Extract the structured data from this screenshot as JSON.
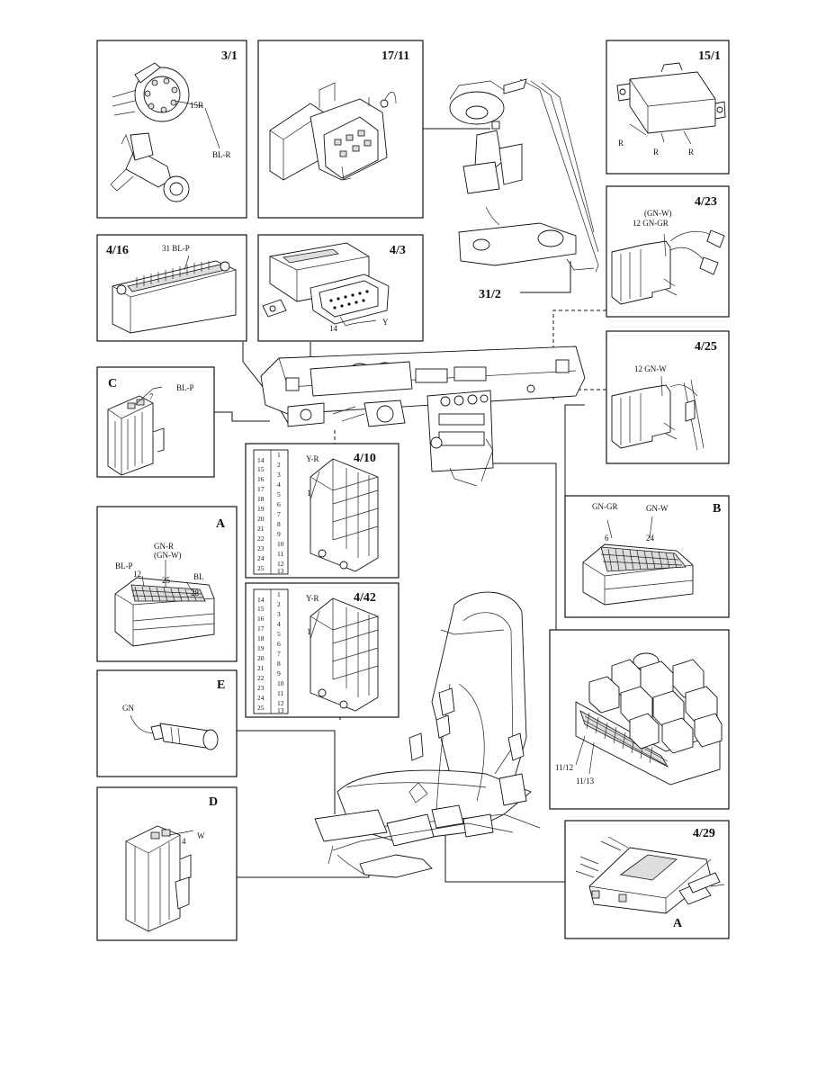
{
  "panels": {
    "p3_1": {
      "label": "3/1",
      "wires": [
        "15R",
        "BL-R"
      ]
    },
    "p17_11": {
      "label": "17/11"
    },
    "p15_1": {
      "label": "15/1",
      "wires": [
        "R",
        "R",
        "R"
      ]
    },
    "p4_16": {
      "label": "4/16",
      "wires": [
        "31 BL-P"
      ]
    },
    "p4_3": {
      "label": "4/3",
      "wires": [
        "14",
        "Y"
      ]
    },
    "p4_23": {
      "label": "4/23",
      "wires": [
        "(GN-W)",
        "12 GN-GR"
      ]
    },
    "p4_25": {
      "label": "4/25",
      "wires": [
        "12 GN-W"
      ]
    },
    "pC": {
      "label": "C",
      "wires": [
        "BL-P",
        "7"
      ]
    },
    "p4_10": {
      "label": "4/10",
      "wires": [
        "Y-R",
        "1"
      ]
    },
    "p4_42": {
      "label": "4/42",
      "wires": [
        "Y-R",
        "1"
      ]
    },
    "pA": {
      "label": "A",
      "wires": [
        "GN-R",
        "(GN-W)",
        "BL-P",
        "12",
        "25",
        "BL",
        "28"
      ]
    },
    "pB": {
      "label": "B",
      "wires": [
        "GN-GR",
        "GN-W",
        "6",
        "24"
      ]
    },
    "pE": {
      "label": "E",
      "wires": [
        "GN"
      ]
    },
    "pD": {
      "label": "D",
      "wires": [
        "4",
        "W"
      ]
    },
    "p4_29": {
      "label": "4/29",
      "wires": [
        "A"
      ]
    },
    "fuse": {
      "wires": [
        "11/12",
        "11/13"
      ]
    },
    "ground": {
      "label": "31/2"
    }
  },
  "pin_columns": {
    "left": [
      "14",
      "15",
      "16",
      "17",
      "18",
      "19",
      "20",
      "21",
      "22",
      "23",
      "24",
      "25"
    ],
    "right": [
      "1",
      "2",
      "3",
      "4",
      "5",
      "6",
      "7",
      "8",
      "9",
      "10",
      "11",
      "12",
      "13"
    ]
  }
}
